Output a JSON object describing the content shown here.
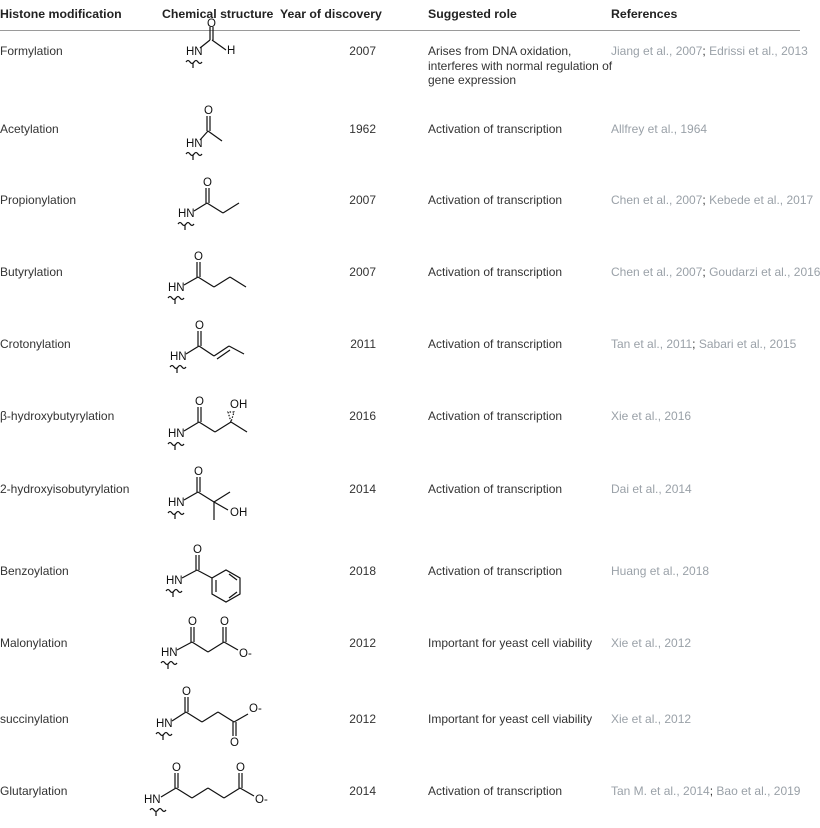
{
  "headers": {
    "modification": "Histone modification",
    "structure": "Chemical structure",
    "year": "Year of discovery",
    "role": "Suggested role",
    "references": "References"
  },
  "rows": [
    {
      "name": "Formylation",
      "year": "2007",
      "role": "Arises from DNA oxidation, interferes with normal regulation of gene expression",
      "refs": [
        "Jiang et al., 2007",
        "Edrissi et al., 2013"
      ],
      "structure_labels": {
        "hn": "HN",
        "o": "O",
        "h": "H"
      }
    },
    {
      "name": "Acetylation",
      "year": "1962",
      "role": "Activation of transcription",
      "refs": [
        "Allfrey et al., 1964"
      ],
      "structure_labels": {
        "hn": "HN",
        "o": "O"
      }
    },
    {
      "name": "Propionylation",
      "year": "2007",
      "role": "Activation of transcription",
      "refs": [
        "Chen et al., 2007",
        "Kebede et al., 2017"
      ],
      "structure_labels": {
        "hn": "HN",
        "o": "O"
      }
    },
    {
      "name": "Butyrylation",
      "year": "2007",
      "role": "Activation of transcription",
      "refs": [
        "Chen et al., 2007",
        "Goudarzi et al., 2016"
      ],
      "structure_labels": {
        "hn": "HN",
        "o": "O"
      }
    },
    {
      "name": "Crotonylation",
      "year": "2011",
      "role": "Activation of transcription",
      "refs": [
        "Tan et al., 2011",
        "Sabari et al., 2015"
      ],
      "structure_labels": {
        "hn": "HN",
        "o": "O"
      }
    },
    {
      "name": "β-hydroxybutyrylation",
      "year": "2016",
      "role": "Activation of transcription",
      "refs": [
        "Xie et al., 2016"
      ],
      "structure_labels": {
        "hn": "HN",
        "o": "O",
        "oh": "OH"
      }
    },
    {
      "name": "2-hydroxyisobutyrylation",
      "year": "2014",
      "role": "Activation of transcription",
      "refs": [
        "Dai et al., 2014"
      ],
      "structure_labels": {
        "hn": "HN",
        "o": "O",
        "oh": "OH"
      }
    },
    {
      "name": "Benzoylation",
      "year": "2018",
      "role": "Activation of transcription",
      "refs": [
        "Huang et al., 2018"
      ],
      "structure_labels": {
        "hn": "HN",
        "o": "O"
      }
    },
    {
      "name": "Malonylation",
      "year": "2012",
      "role": "Important for yeast cell viability",
      "refs": [
        "Xie et al., 2012"
      ],
      "structure_labels": {
        "hn": "HN",
        "o": "O",
        "o2": "O",
        "ominus": "O-"
      }
    },
    {
      "name": "succinylation",
      "year": "2012",
      "role": "Important for yeast cell viability",
      "refs": [
        "Xie et al., 2012"
      ],
      "structure_labels": {
        "hn": "HN",
        "o": "O",
        "o2": "O",
        "ominus": "O-"
      }
    },
    {
      "name": "Glutarylation",
      "year": "2014",
      "role": "Activation of transcription",
      "refs": [
        "Tan M. et al., 2014",
        "Bao et al., 2019"
      ],
      "structure_labels": {
        "hn": "HN",
        "o": "O",
        "o2": "O",
        "ominus": "O-"
      }
    }
  ],
  "ref_separator": "; "
}
